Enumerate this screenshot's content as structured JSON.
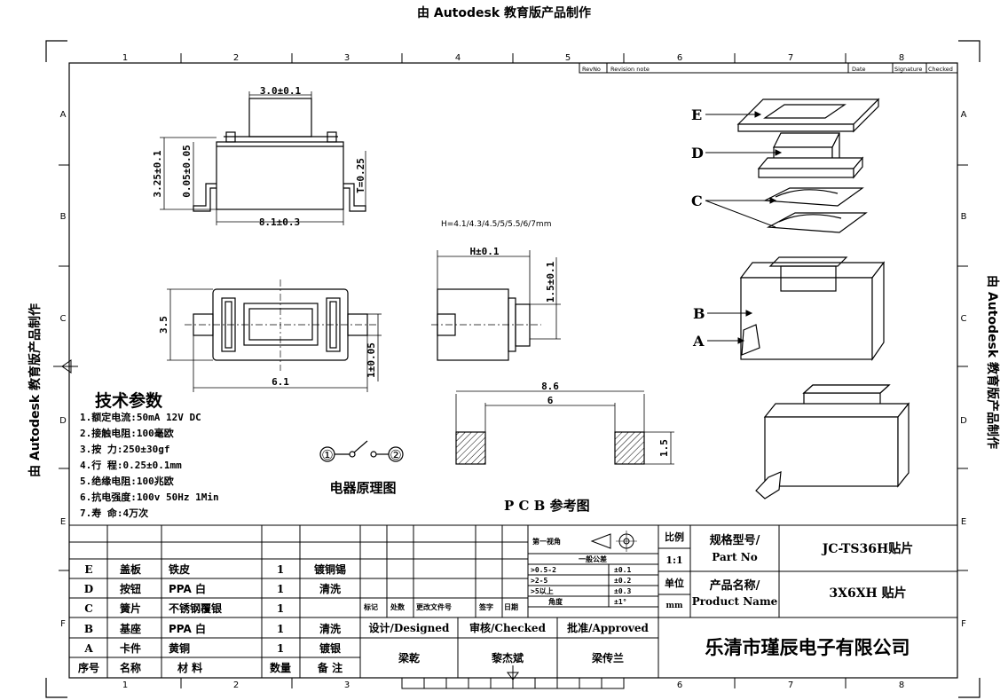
{
  "watermark": {
    "top": "由 Autodesk 教育版产品制作",
    "left": "由 Autodesk 教育版产品制作",
    "right": "由 Autodesk 教育版产品制作"
  },
  "border": {
    "columns": [
      "1",
      "2",
      "3",
      "4",
      "5",
      "6",
      "7",
      "8"
    ],
    "rows": [
      "A",
      "B",
      "C",
      "D",
      "E",
      "F"
    ],
    "revision_header": {
      "revno": "RevNo",
      "note": "Revision note",
      "date": "Date",
      "signature": "Signature",
      "checked": "Checked"
    }
  },
  "dims": {
    "front_w_top": "3.0±0.1",
    "front_h_total": "3.25±0.1",
    "front_h_small": "0.05±0.05",
    "front_t": "T=0.25",
    "front_w_body": "8.1±0.3",
    "heights": "H=4.1/4.3/4.5/5/5.5/6/7mm",
    "side_h": "H±0.1",
    "side_v": "1.5±0.1",
    "top_h": "3.5",
    "top_w": "6.1",
    "top_small": "1±0.05",
    "pcb_total": "8.6",
    "pcb_inner": "6",
    "pcb_h": "1.5"
  },
  "exploded_labels": [
    "E",
    "D",
    "C",
    "B",
    "A"
  ],
  "tech": {
    "title": "技术参数",
    "lines": [
      "1.额定电流:50mA 12V DC",
      "2.接触电阻:100毫欧",
      "3.按    力:250±30gf",
      "4.行    程:0.25±0.1mm",
      "5.绝缘电阻:100兆欧",
      "6.抗电强度:100v 50Hz 1Min",
      "7.寿    命:4万次"
    ]
  },
  "schematic": {
    "pin1": "①",
    "pin2": "②",
    "caption": "电器原理图"
  },
  "pcb_caption": "P C B 参考图",
  "bom": {
    "rows": [
      {
        "id": "E",
        "name": "盖板",
        "material": "铁皮",
        "qty": "1",
        "note": "镀铜锡"
      },
      {
        "id": "D",
        "name": "按钮",
        "material": "PPA 白",
        "qty": "1",
        "note": "清洗"
      },
      {
        "id": "C",
        "name": "簧片",
        "material": "不锈钢覆银",
        "qty": "1",
        "note": ""
      },
      {
        "id": "B",
        "name": "基座",
        "material": "PPA 白",
        "qty": "1",
        "note": "清洗"
      },
      {
        "id": "A",
        "name": "卡件",
        "material": "黄铜",
        "qty": "1",
        "note": "镀银"
      }
    ],
    "header": {
      "id": "序号",
      "name": "名称",
      "material": "材 料",
      "qty": "数量",
      "note": "备 注"
    }
  },
  "change_header": [
    "标记",
    "处数",
    "更改文件号",
    "签字",
    "日期"
  ],
  "tolerance": {
    "projection": "第一视角",
    "title": "一般公差",
    "rows": [
      {
        "range": ">0.5-2",
        "tol": "±0.1"
      },
      {
        "range": ">2-5",
        "tol": "±0.2"
      },
      {
        "range": ">5以上",
        "tol": "±0.3"
      },
      {
        "range": "角度",
        "tol": "±1°"
      }
    ]
  },
  "title_block": {
    "scale_label": "比例",
    "scale": "1:1",
    "unit_label": "单位",
    "unit": "mm",
    "part_no_label": "规格型号/",
    "part_no_label_en": "Part No",
    "part_no": "JC-TS36H贴片",
    "product_label": "产品名称/",
    "product_label_en": "Product Name",
    "product": "3X6XH 贴片",
    "designed_label": "设计/Designed",
    "checked_label": "审核/Checked",
    "approved_label": "批准/Approved",
    "designer": "梁乾",
    "checker": "黎杰斌",
    "approver": "梁传兰",
    "company": "乐清市瑾辰电子有限公司"
  }
}
